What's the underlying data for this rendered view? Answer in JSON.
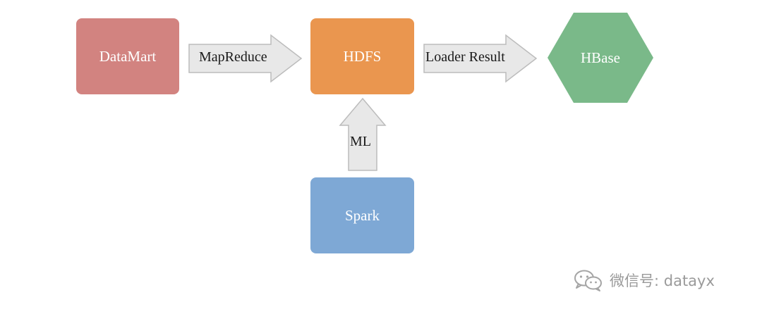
{
  "nodes": {
    "datamart": {
      "label": "DataMart",
      "color": "#d28380"
    },
    "hdfs": {
      "label": "HDFS",
      "color": "#ea964f"
    },
    "hbase": {
      "label": "HBase",
      "color": "#7ab989"
    },
    "spark": {
      "label": "Spark",
      "color": "#7ea8d5"
    }
  },
  "arrows": {
    "mapreduce": {
      "label": "MapReduce"
    },
    "loader_result": {
      "label": "Loader Result"
    },
    "ml": {
      "label": "ML"
    },
    "fill": "#e8e8e8",
    "stroke": "#bcbcbc"
  },
  "watermark": {
    "icon": "wechat-icon",
    "text": "微信号: datayx"
  }
}
